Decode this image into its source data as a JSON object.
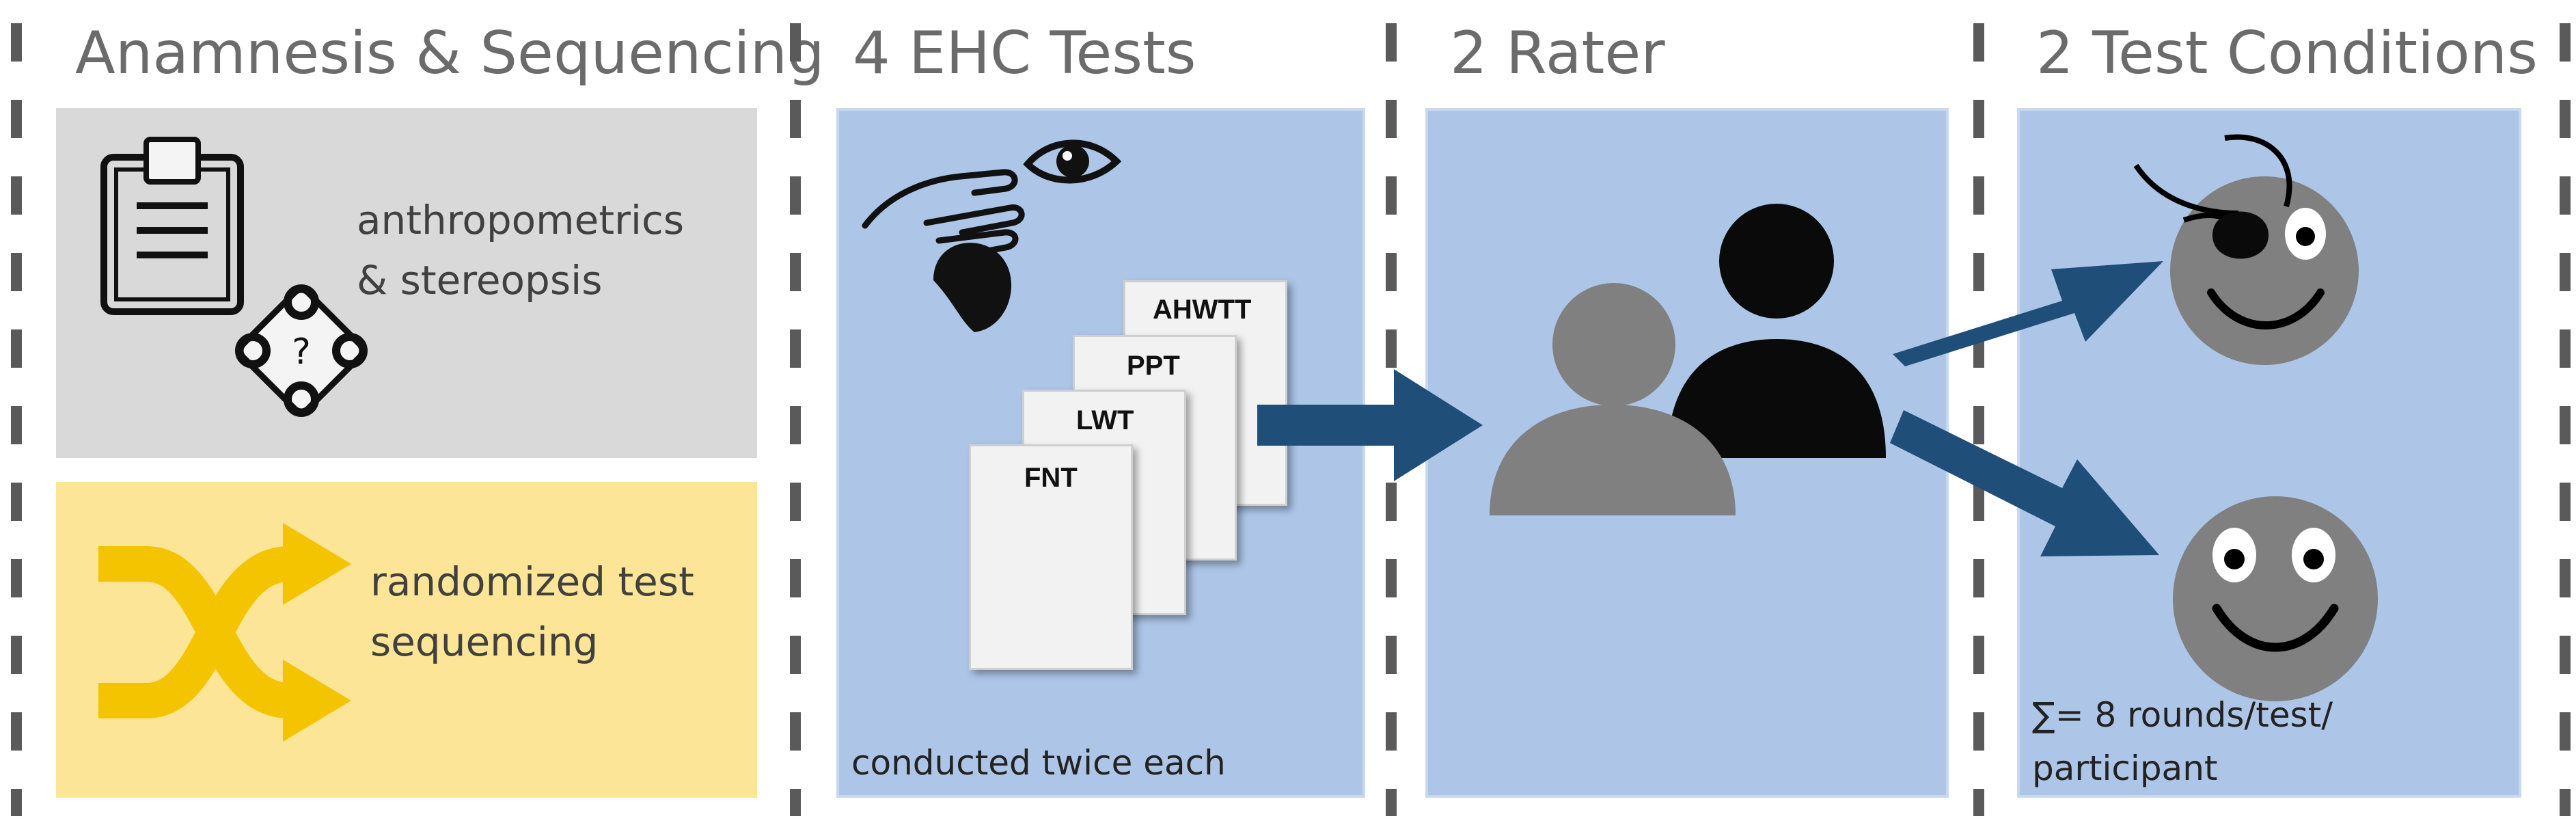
{
  "headings": {
    "h1": "Anamnesis & Sequencing",
    "h2": "4 EHC Tests",
    "h3": "2 Rater",
    "h4": "2 Test Conditions"
  },
  "anamnesis": {
    "line1": "anthropometrics",
    "line2": "& stereopsis",
    "icon": "clipboard-icon",
    "icon2": "stereo-test-icon"
  },
  "sequencing": {
    "line1": "randomized test",
    "line2": "sequencing",
    "icon": "shuffle-icon"
  },
  "tests": {
    "cards": [
      "AHWTT",
      "PPT",
      "LWT",
      "FNT"
    ],
    "footnote": "conducted twice each",
    "icon": "eye-hand-icon"
  },
  "raters": {
    "icon": "two-persons-icon"
  },
  "conditions": {
    "footnote1": "∑= 8 rounds/test/",
    "footnote2": "participant",
    "icon_patch": "eyepatch-face-icon",
    "icon_face": "smiley-face-icon"
  },
  "colors": {
    "heading": "#6b6b6b",
    "gray_panel": "#d9d9d9",
    "yellow_panel": "#fde597",
    "blue_panel": "#adc6e8",
    "arrow": "#1f4e79",
    "shuffle": "#f5c400"
  }
}
